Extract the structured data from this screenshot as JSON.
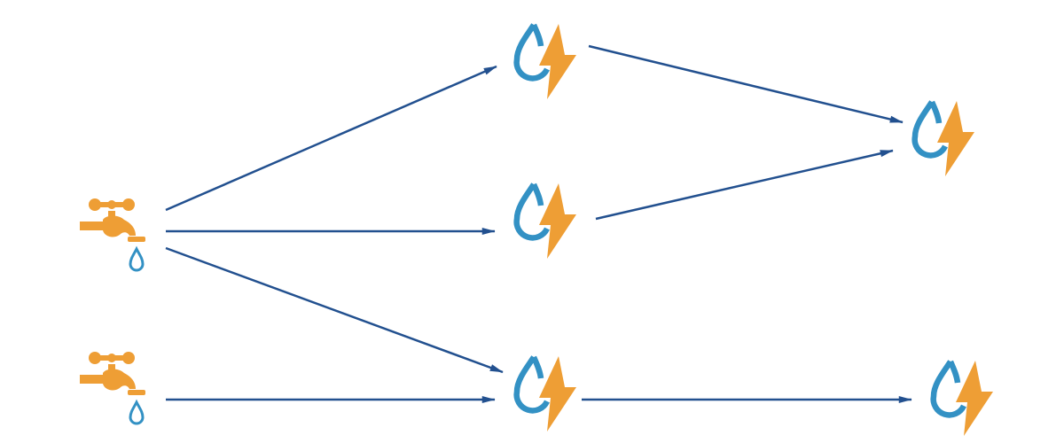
{
  "colors": {
    "edge": "#22508f",
    "water": "#3391c4",
    "energy": "#ee9e35"
  },
  "nodes": [
    {
      "id": "tap-1",
      "icon": "water-tap-icon"
    },
    {
      "id": "tap-2",
      "icon": "water-tap-icon"
    },
    {
      "id": "hydro-1",
      "icon": "water-energy-icon"
    },
    {
      "id": "hydro-2",
      "icon": "water-energy-icon"
    },
    {
      "id": "hydro-3",
      "icon": "water-energy-icon"
    },
    {
      "id": "hydro-4",
      "icon": "water-energy-icon"
    },
    {
      "id": "hydro-5",
      "icon": "water-energy-icon"
    }
  ],
  "edges": [
    {
      "from": "tap-1",
      "to": "hydro-1"
    },
    {
      "from": "tap-1",
      "to": "hydro-2"
    },
    {
      "from": "tap-1",
      "to": "hydro-3"
    },
    {
      "from": "tap-2",
      "to": "hydro-3"
    },
    {
      "from": "hydro-1",
      "to": "hydro-4"
    },
    {
      "from": "hydro-2",
      "to": "hydro-4"
    },
    {
      "from": "hydro-3",
      "to": "hydro-5"
    }
  ]
}
